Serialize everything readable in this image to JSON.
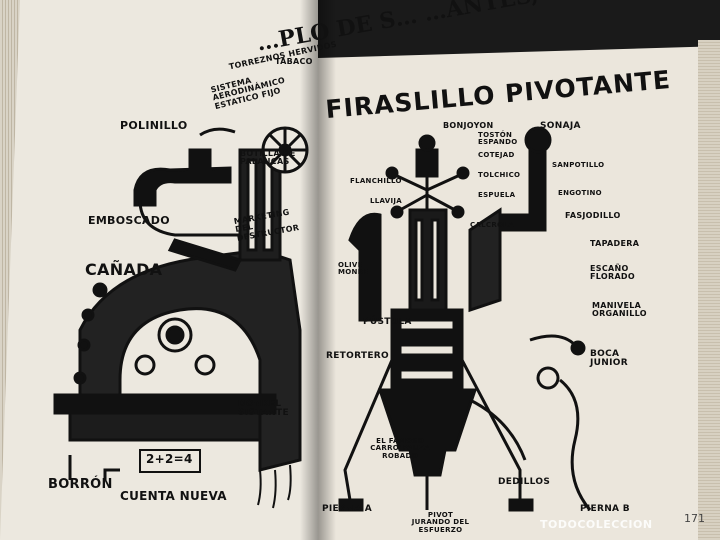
{
  "left_page": {
    "title": "…PLO DE S…  …ANTES,",
    "labels": {
      "torrezno": "TORREZNOS HERVIDOS",
      "tabaco": "TABACO",
      "sistema": "SISTEMA AERODINÁMICO ESTATICO FIJO",
      "polinillo": "POLINILLO",
      "botilla": "BOTILLA DE PALANCAS",
      "emboscado": "EMBOSCADO",
      "marketing": "MARKETING DEL DESTRUCTOR",
      "canada": "CAÑADA",
      "donkel": "DONKEL SISTANTE",
      "borron": "BORRÓN",
      "cuenta": "CUENTA NUEVA",
      "formula": "2+2=4"
    }
  },
  "right_page": {
    "title": "FIRASLILLO PIVOTANTE",
    "labels": {
      "bonjoyon": "BONJOYON",
      "toston": "TOSTÓN ESPANDO",
      "cotejador": "COTEJAD",
      "sonaja": "SONAJA",
      "flanchillo": "FLANCHILLO",
      "llavija": "LLAVIJA",
      "tolchico": "TOLCHICO",
      "espuela": "ESPUELA",
      "sanpotillo": "SANPOTILLO",
      "engotino": "ENGOTINO",
      "calcrola": "CALCROLA",
      "fasjodillo": "FASJODILLO",
      "olive": "OLIVE MONRE",
      "tapadera": "TAPADERA",
      "escano": "ESCAÑO FLORADO",
      "manivela": "MANIVELA ORGANILLO",
      "pustula": "PÚSTULA",
      "retortero": "RETORTERO",
      "boca": "BOCA JUNIOR",
      "famoso": "EL FAMOSO CARRO-PAUZA ROBADO",
      "dedillos": "DEDILLOS",
      "pierna_a": "PIERNA A",
      "pierna_b": "PIERNA B",
      "pivot": "PIVOT JURANDO DEL ESFUERZO"
    },
    "page_number": "171"
  },
  "watermark": "TODOCOLECCION"
}
